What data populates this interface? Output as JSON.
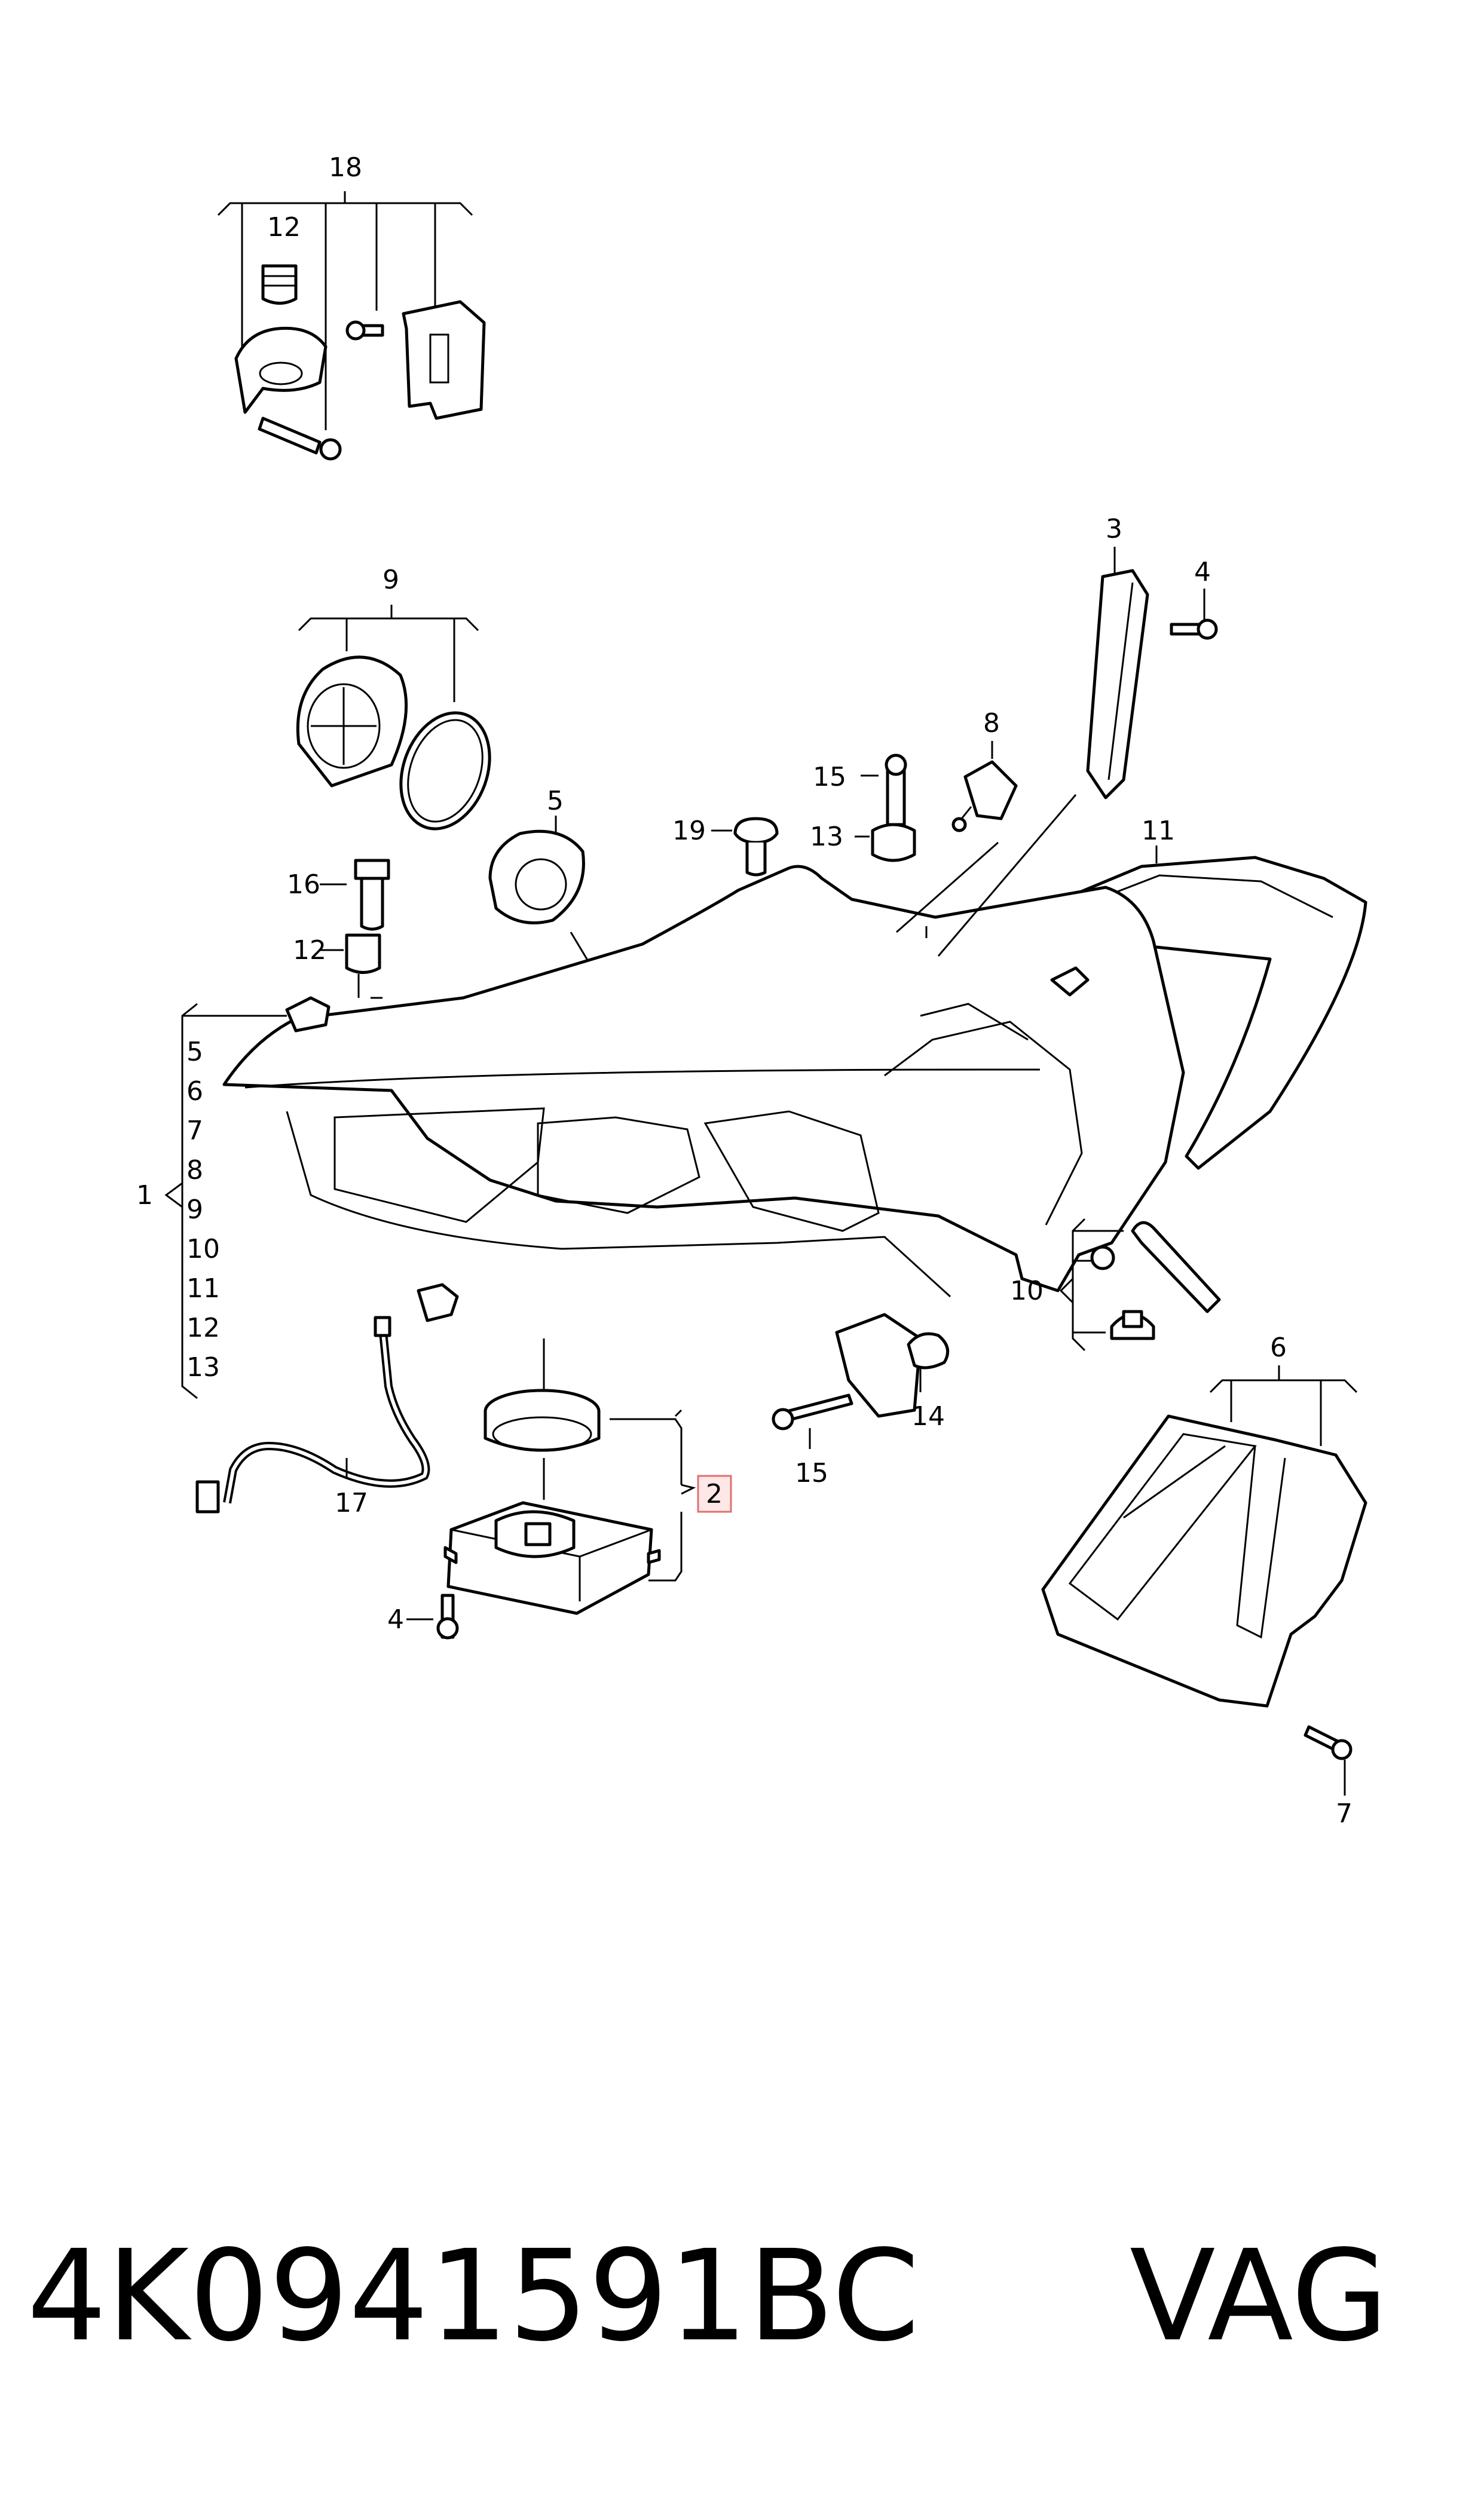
{
  "diagram": {
    "callouts": {
      "c1": "1",
      "c2": "2",
      "c3": "3",
      "c4a": "4",
      "c4b": "4",
      "c5": "5",
      "c6": "6",
      "c7": "7",
      "c8": "8",
      "c9": "9",
      "c10": "10",
      "c11": "11",
      "c12a": "12",
      "c12b": "12",
      "c13": "13",
      "c14": "14",
      "c15a": "15",
      "c15b": "15",
      "c16": "16",
      "c17": "17",
      "c18": "18",
      "c19": "19"
    },
    "bracket_list": [
      "5",
      "6",
      "7",
      "8",
      "9",
      "10",
      "11",
      "12",
      "13"
    ],
    "highlighted_callout": "2",
    "highlight_color": "#e07070"
  },
  "footer": {
    "part_number": "4K0941591BC",
    "brand": "VAG"
  }
}
